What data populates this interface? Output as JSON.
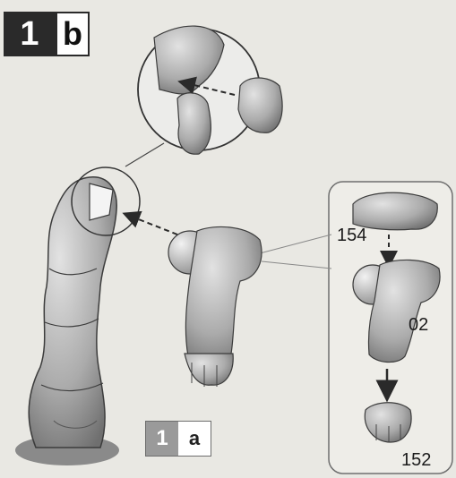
{
  "step_badge": {
    "number": "1",
    "letter": "b"
  },
  "reference_badge": {
    "number": "1",
    "letter": "a"
  },
  "part_labels": [
    "154",
    "02",
    "152"
  ],
  "colors": {
    "background": "#e9e8e3",
    "part_fill": "#b9b9b9",
    "part_shadow": "#7a7a7a",
    "line": "#555555",
    "badge_dark": "#2a2a2a",
    "badge_grey": "#9a9a9a"
  }
}
